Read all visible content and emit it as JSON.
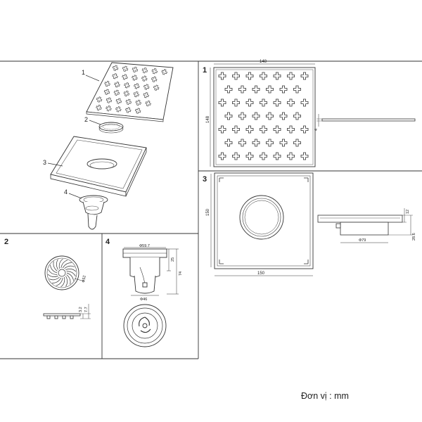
{
  "panels": {
    "exploded": {
      "callouts": [
        "1",
        "2",
        "3",
        "4"
      ]
    },
    "p2": {
      "label": "2",
      "dim_diameter": "Ф52",
      "dim_h1": "3.2",
      "dim_h2": "7.7"
    },
    "p4": {
      "label": "4",
      "dim_top": "Ф59.7",
      "dim_bottom": "Ф46",
      "dim_h_upper": "25",
      "dim_h_total": "74"
    },
    "p1": {
      "label": "1",
      "dim_width": "148",
      "dim_height": "148",
      "dim_thickness": "4"
    },
    "p3": {
      "label": "3",
      "dim_width": "150",
      "dim_height": "150",
      "dim_side_h1": "12",
      "dim_side_h2": "28.6",
      "dim_outlet": "Ф79"
    }
  },
  "footer": {
    "unit_label": "Đơn vị : mm"
  }
}
